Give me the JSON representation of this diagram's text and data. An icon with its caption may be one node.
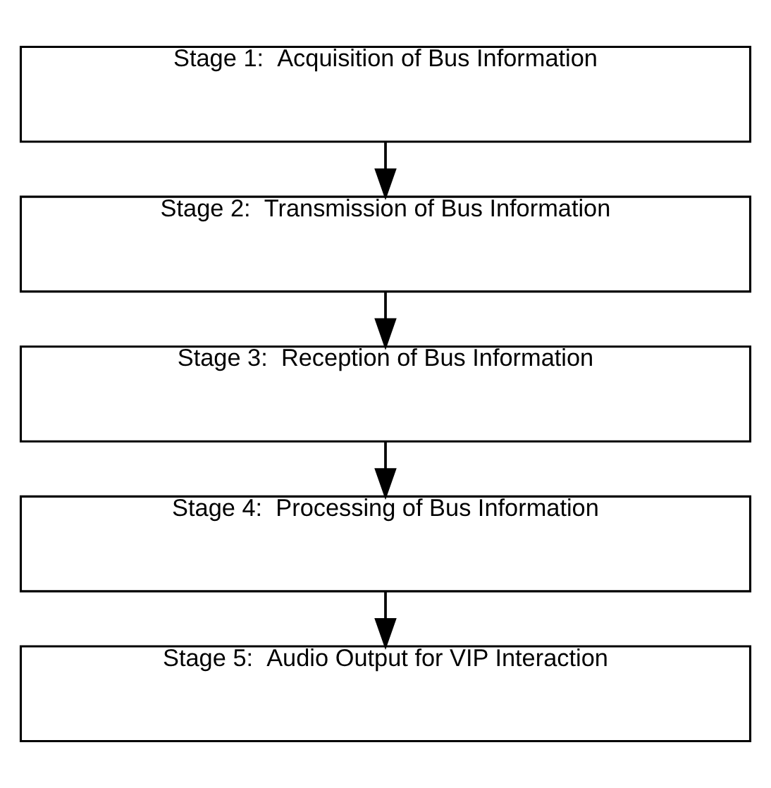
{
  "diagram": {
    "nodes": [
      {
        "text": [
          "Stage 1:  Acquisition of Bus Information"
        ]
      },
      {
        "text": [
          "Stage 2:  Transmission of Bus Information"
        ]
      },
      {
        "text": [
          "Stage 3:  Reception of Bus Information"
        ]
      },
      {
        "text": [
          "Stage 4:  Processing of Bus Information"
        ]
      },
      {
        "text": [
          "Stage 5:  Audio Output for VIP Interaction"
        ]
      }
    ],
    "edges": [
      {
        "from": 0,
        "to": 1,
        "arrow": "to"
      },
      {
        "from": 1,
        "to": 2,
        "arrow": "to"
      },
      {
        "from": 2,
        "to": 3,
        "arrow": "to"
      },
      {
        "from": 3,
        "to": 4,
        "arrow": "to"
      }
    ]
  }
}
